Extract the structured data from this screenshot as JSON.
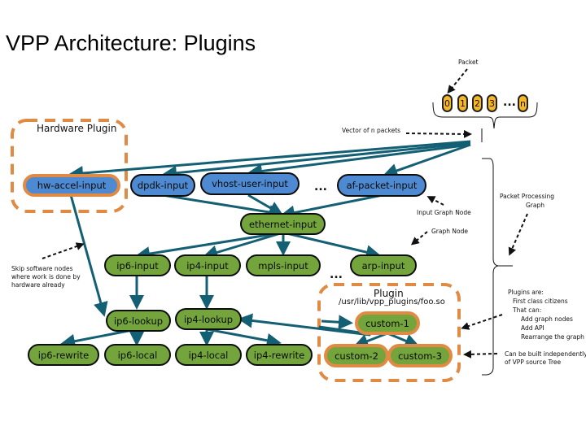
{
  "title": "VPP Architecture: Plugins",
  "colors": {
    "input_node": "#4d8ad2",
    "graph_node": "#73a53c",
    "plugin_border": "#e08a44",
    "edge": "#135f73",
    "packet": "#f7b625"
  },
  "packet": {
    "label": "Packet",
    "items": [
      "0",
      "1",
      "2",
      "3",
      "n"
    ],
    "ellipsis": "...",
    "vector_label": "Vector of n packets"
  },
  "hardware_plugin": {
    "label": "Hardware Plugin"
  },
  "plugin_box": {
    "label": "Plugin",
    "path": "/usr/lib/vpp_plugins/foo.so"
  },
  "nodes": {
    "hw_accel_input": "hw-accel-input",
    "dpdk_input": "dpdk-input",
    "vhost_user_input": "vhost-user-input",
    "af_packet_input": "af-packet-input",
    "ethernet_input": "ethernet-input",
    "ip6_input": "ip6-input",
    "ip4_input": "ip4-input",
    "mpls_input": "mpls-input",
    "arp_input": "arp-input",
    "ip6_lookup": "ip6-lookup",
    "ip4_lookup": "ip4-lookup",
    "ip6_rewrite": "ip6-rewrite",
    "ip6_local": "ip6-local",
    "ip4_local": "ip4-local",
    "ip4_rewrite": "ip4-rewrite",
    "custom_1": "custom-1",
    "custom_2": "custom-2",
    "custom_3": "custom-3"
  },
  "ellipses": {
    "inputs": "...",
    "graph": "..."
  },
  "annotations": {
    "input_graph_node": "Input Graph Node",
    "graph_node": "Graph Node",
    "packet_processing_graph": [
      "Packet Processing",
      "Graph"
    ],
    "skip_software": [
      "Skip software nodes",
      "where work is done by",
      "hardware already"
    ],
    "plugins_are": [
      "Plugins are:",
      "First class citizens",
      "That can:",
      "Add graph nodes",
      "Add API",
      "Rearrange the graph"
    ],
    "built_independently": [
      "Can be built independently",
      "of VPP source Tree"
    ]
  }
}
